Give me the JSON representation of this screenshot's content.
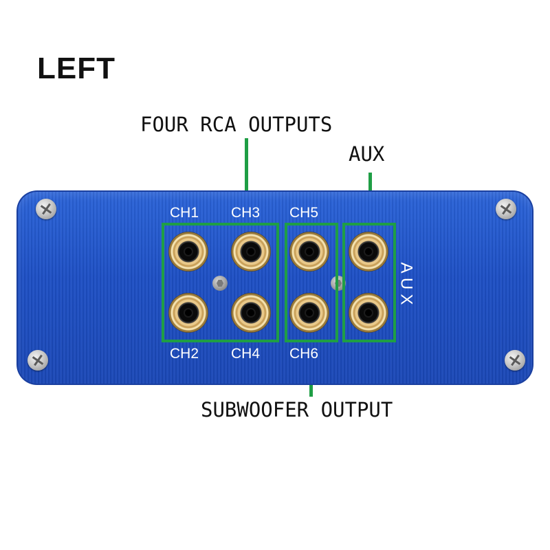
{
  "title": "LEFT",
  "callouts": {
    "four_rca": "FOUR RCA OUTPUTS",
    "aux": "AUX",
    "subwoofer": "SUBWOOFER OUTPUT"
  },
  "panel": {
    "color": "#1d4fc4",
    "highlight_color": "#1f9e45",
    "channels": {
      "ch1": "CH1",
      "ch2": "CH2",
      "ch3": "CH3",
      "ch4": "CH4",
      "ch5": "CH5",
      "ch6": "CH6"
    },
    "aux_label": [
      "A",
      "U",
      "X"
    ]
  }
}
